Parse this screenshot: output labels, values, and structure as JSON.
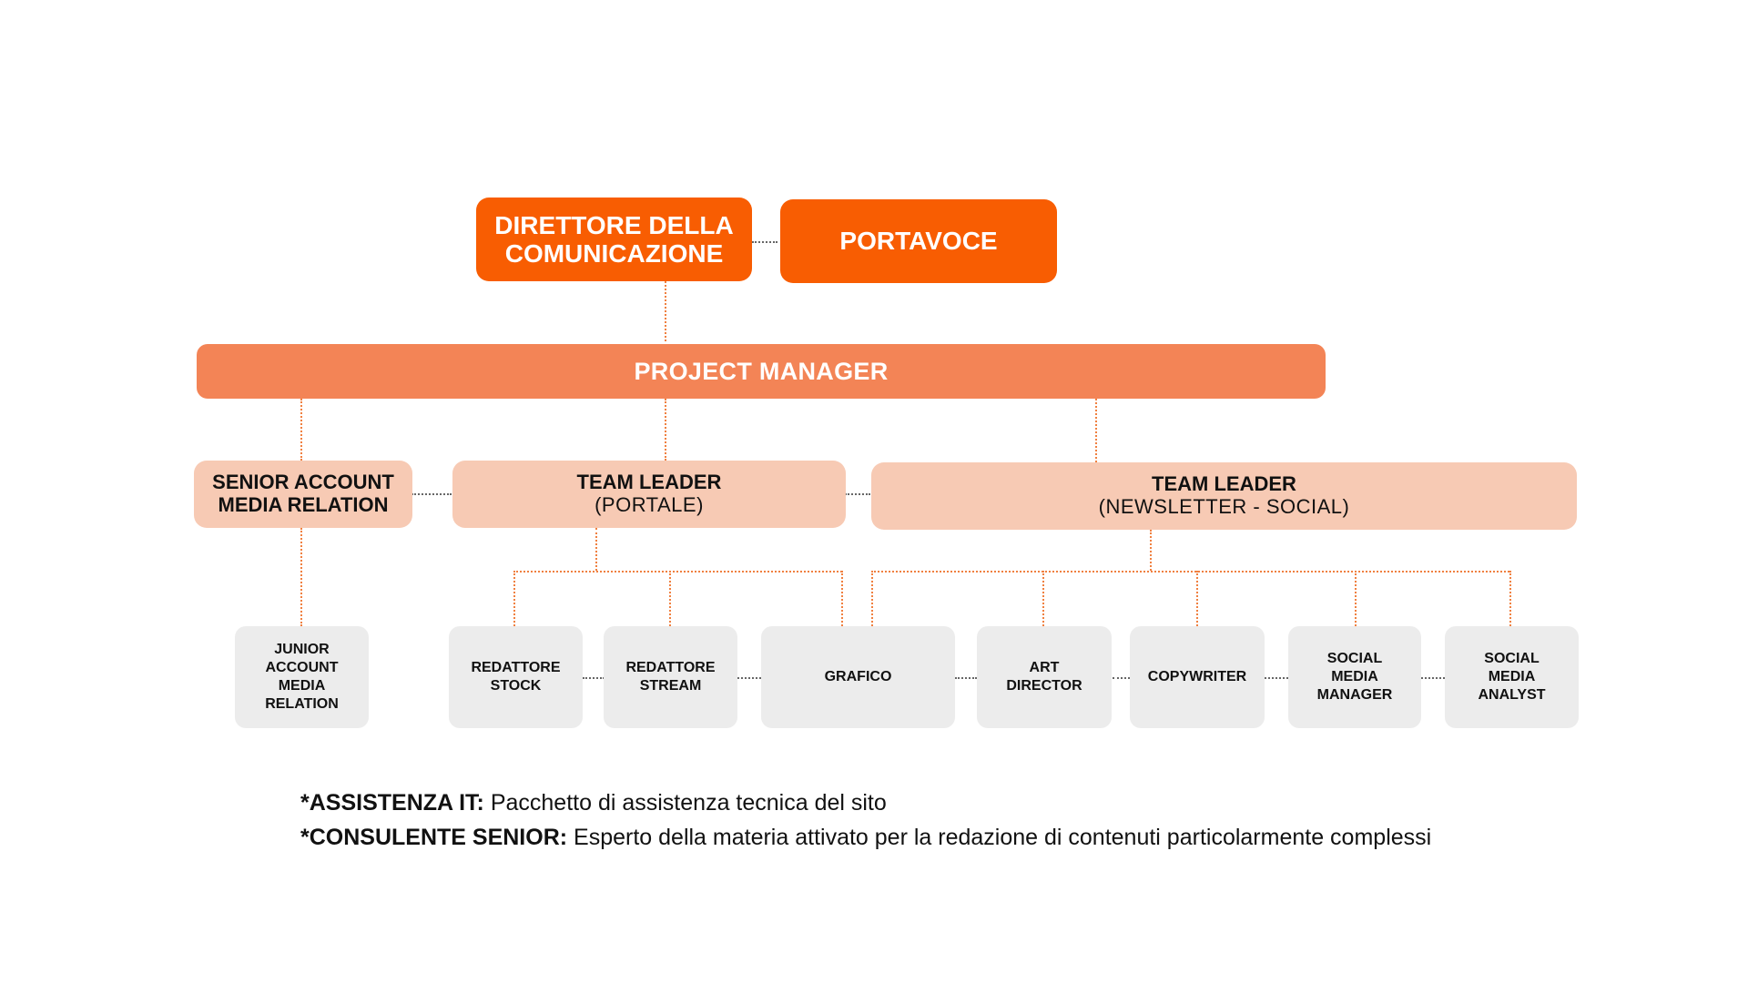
{
  "level1": {
    "direttore": [
      "DIRETTORE DELLA",
      "COMUNICAZIONE"
    ],
    "portavoce": "PORTAVOCE"
  },
  "level2": {
    "project_manager": "PROJECT MANAGER"
  },
  "level3": {
    "senior_account": [
      "SENIOR ACCOUNT",
      "MEDIA RELATION"
    ],
    "team_leader_portale": {
      "title": "TEAM LEADER",
      "sub": "(PORTALE)"
    },
    "team_leader_newsletter": {
      "title": "TEAM LEADER",
      "sub": "(NEWSLETTER - SOCIAL)"
    }
  },
  "level4": {
    "junior_account": [
      "JUNIOR",
      "ACCOUNT",
      "MEDIA",
      "RELATION"
    ],
    "redattore_stock": [
      "REDATTORE",
      "STOCK"
    ],
    "redattore_stream": [
      "REDATTORE",
      "STREAM"
    ],
    "grafico": [
      "GRAFICO"
    ],
    "art_director": [
      "ART",
      "DIRECTOR"
    ],
    "copywriter": [
      "COPYWRITER"
    ],
    "social_media_manager": [
      "SOCIAL",
      "MEDIA",
      "MANAGER"
    ],
    "social_media_analyst": [
      "SOCIAL",
      "MEDIA",
      "ANALYST"
    ]
  },
  "notes": [
    {
      "label": "*ASSISTENZA IT:",
      "text": " Pacchetto di assistenza tecnica del sito"
    },
    {
      "label": "*CONSULENTE SENIOR:",
      "text": " Esperto della materia attivato per la redazione di contenuti particolarmente complessi"
    }
  ],
  "colors": {
    "level1": "#f85d02",
    "level2": "#f38456",
    "level3": "#f7cab4",
    "level4": "#ececec",
    "connector": "#f08040"
  }
}
